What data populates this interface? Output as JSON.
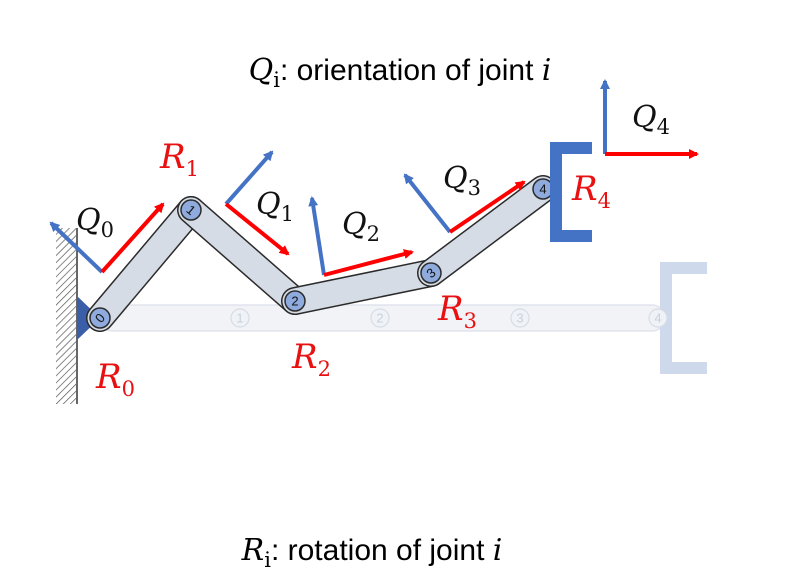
{
  "titles": {
    "top": {
      "sym": "Q",
      "sub": "i",
      "text": ": orientation of joint ",
      "var": "i"
    },
    "bottom": {
      "sym": "R",
      "sub": "i",
      "text": ": rotation of joint ",
      "var": "i"
    }
  },
  "labels": {
    "Q0": {
      "sym": "Q",
      "sub": "0"
    },
    "Q1": {
      "sym": "Q",
      "sub": "1"
    },
    "Q2": {
      "sym": "Q",
      "sub": "2"
    },
    "Q3": {
      "sym": "Q",
      "sub": "3"
    },
    "Q4": {
      "sym": "Q",
      "sub": "4"
    },
    "R0": {
      "sym": "R",
      "sub": "0"
    },
    "R1": {
      "sym": "R",
      "sub": "1"
    },
    "R2": {
      "sym": "R",
      "sub": "2"
    },
    "R3": {
      "sym": "R",
      "sub": "3"
    },
    "R4": {
      "sym": "R",
      "sub": "4"
    }
  },
  "joints": [
    "0",
    "1",
    "2",
    "3",
    "4"
  ],
  "ghost_joints": [
    "1",
    "2",
    "3",
    "4"
  ],
  "colors": {
    "link_fill": "#d6dce6",
    "link_stroke": "#2b2b2b",
    "joint_fill": "#8faadc",
    "orientation_arrow": "#4472c4",
    "rotation_arrow": "#ff0000",
    "label_red": "#e81010",
    "ghost_fill": "#f0f2f6",
    "ghost_joint": "#e8ecf3",
    "ghost_gripper": "#c9d5ea",
    "gripper": "#4472c4"
  }
}
